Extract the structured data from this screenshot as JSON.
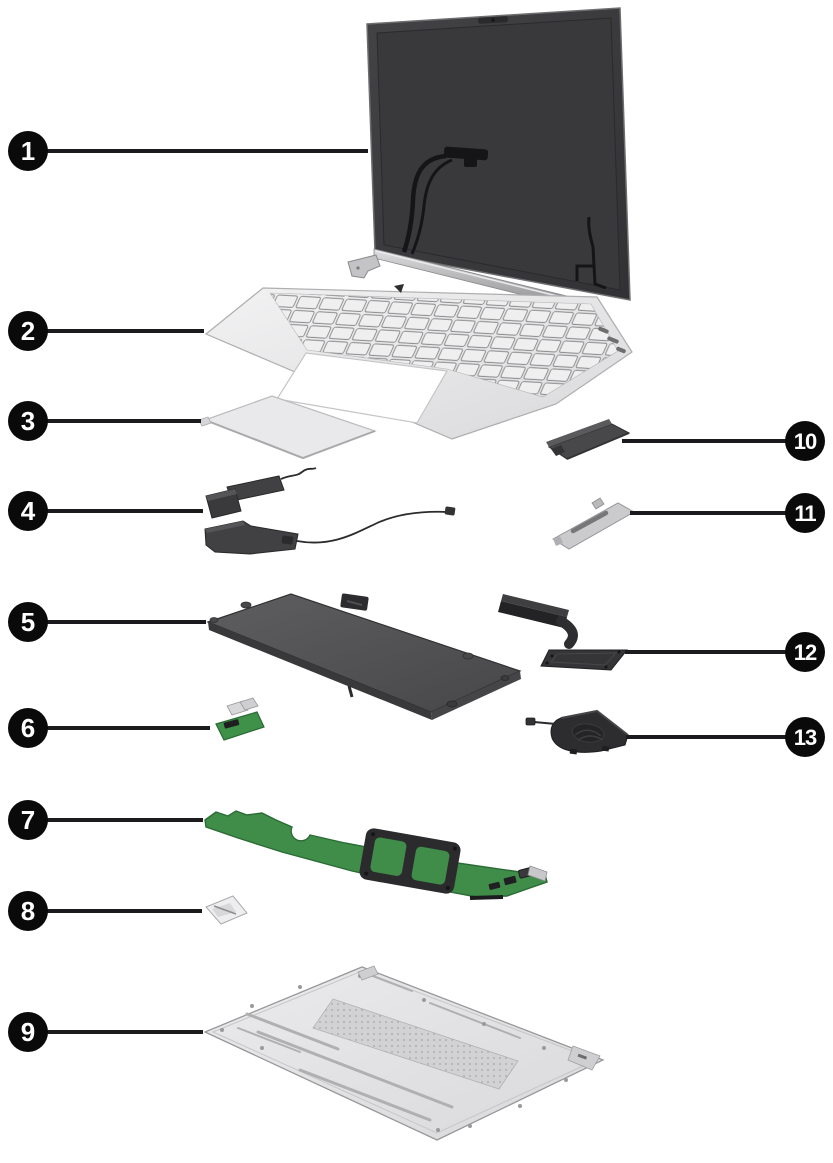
{
  "figure": {
    "kind": "laptop-exploded-parts-diagram",
    "background": "#ffffff"
  },
  "callouts": {
    "items": [
      "1",
      "2",
      "3",
      "4",
      "5",
      "6",
      "7",
      "8",
      "9",
      "10",
      "11",
      "12",
      "13"
    ]
  },
  "colors": {
    "callout_bg": "#0a0a0a",
    "callout_text": "#ffffff",
    "leader_line": "#1b1b1d",
    "display_dark": "#3a3a3d",
    "silver_part": "#e7e7e9",
    "battery_gray": "#525254",
    "board_green": "#3f8d49",
    "thermal_dark": "#2d2d2f"
  }
}
